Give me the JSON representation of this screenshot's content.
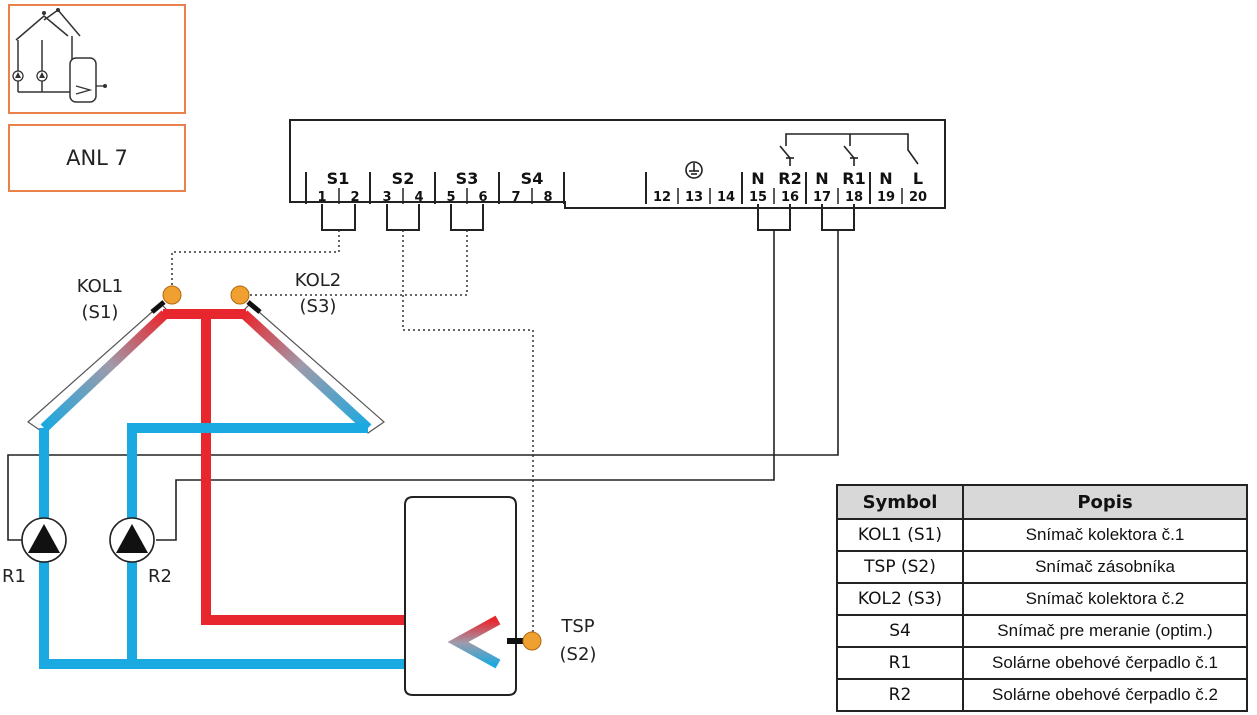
{
  "scheme_box": {
    "label": "ANL 7"
  },
  "controller": {
    "sensor_groups": [
      "S1",
      "S2",
      "S3",
      "S4"
    ],
    "relay_labels": [
      "N",
      "R2",
      "N",
      "R1",
      "N",
      "L"
    ],
    "terminals": [
      "1",
      "2",
      "3",
      "4",
      "5",
      "6",
      "7",
      "8",
      "12",
      "13",
      "14",
      "15",
      "16",
      "17",
      "18",
      "19",
      "20"
    ]
  },
  "labels": {
    "kol1": "KOL1",
    "kol1_sub": "(S1)",
    "kol2": "KOL2",
    "kol2_sub": "(S3)",
    "tsp": "TSP",
    "tsp_sub": "(S2)",
    "r1": "R1",
    "r2": "R2"
  },
  "legend": {
    "headers": [
      "Symbol",
      "Popis"
    ],
    "rows": [
      {
        "symbol": "KOL1 (S1)",
        "desc": "Snímač kolektora č.1"
      },
      {
        "symbol": "TSP (S2)",
        "desc": "Snímač zásobníka"
      },
      {
        "symbol": "KOL2 (S3)",
        "desc": "Snímač kolektora č.2"
      },
      {
        "symbol": "S4",
        "desc": "Snímač pre meranie (optim.)"
      },
      {
        "symbol": "R1",
        "desc": "Solárne obehové čerpadlo č.1"
      },
      {
        "symbol": "R2",
        "desc": "Solárne obehové čerpadlo č.2"
      }
    ]
  },
  "colors": {
    "hot": "#e8262d",
    "cold": "#1aa9e0",
    "sensor": "#f0a030",
    "frame": "#e8814a"
  }
}
